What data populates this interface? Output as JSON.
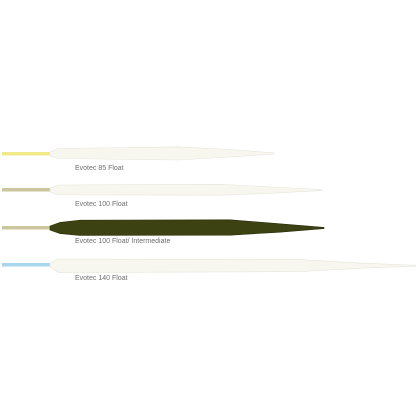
{
  "lines": [
    {
      "label": "Evotec 85 Float",
      "tip_color": "#f1ea8a",
      "body_color": "#f7f7ef",
      "body_stroke": "#e6e6dc"
    },
    {
      "label": "Evotec 100 Float",
      "tip_color": "#cbc69c",
      "body_color": "#f7f7ef",
      "body_stroke": "#e6e6dc"
    },
    {
      "label": "Evotec 100 Float/ Intermediate",
      "tip_color": "#cbc69c",
      "body_color": "#3c4211",
      "body_stroke": "#2a2e0a"
    },
    {
      "label": "Evotec 140 Float",
      "tip_color": "#a9d5ef",
      "body_color": "#f7f7ef",
      "body_stroke": "#e6e6dc"
    }
  ]
}
